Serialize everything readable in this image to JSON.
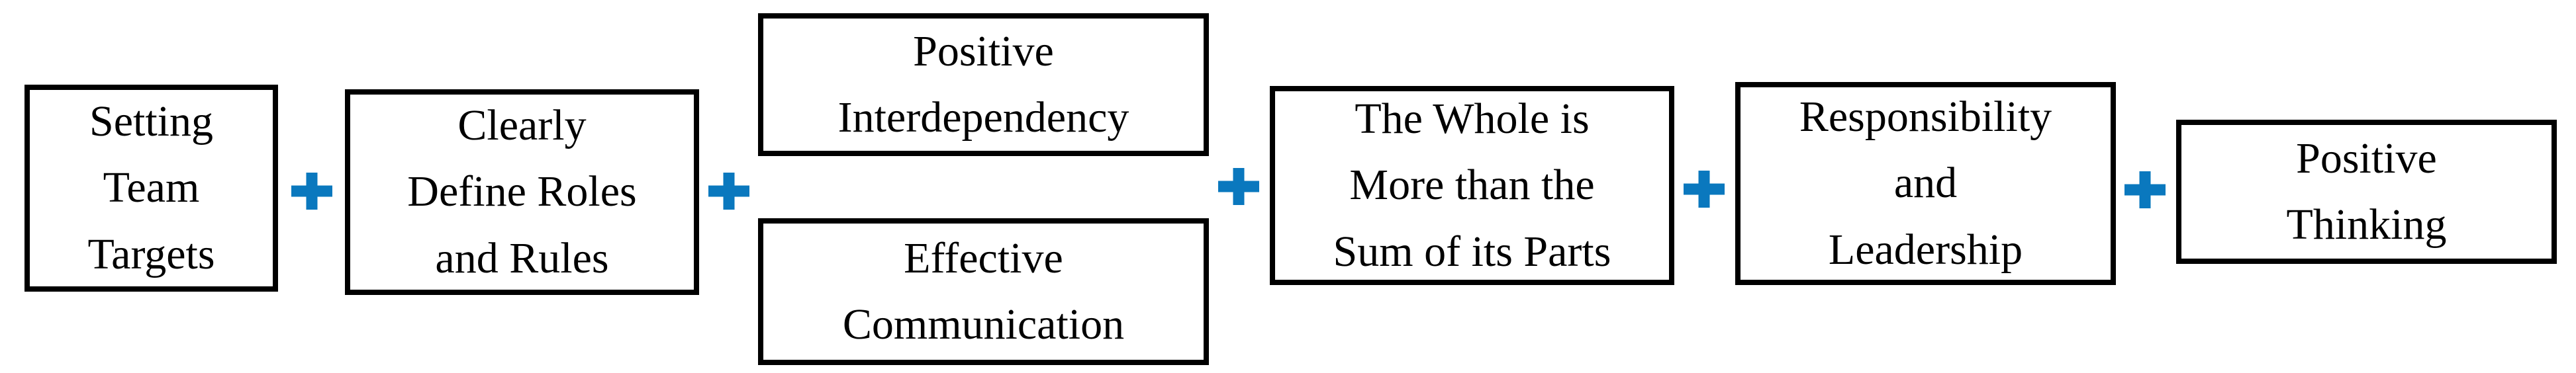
{
  "figure": {
    "type": "flow-formula",
    "operator": "+",
    "terms": [
      {
        "id": "setting-team-targets",
        "label": "Setting Team Targets",
        "lines": [
          "Setting",
          "Team",
          "Targets"
        ]
      },
      {
        "id": "clearly-define-roles-and-rules",
        "label": "Clearly Define Roles and Rules",
        "lines": [
          "Clearly",
          "Define Roles",
          "and Rules"
        ]
      },
      {
        "id": "positive-interdependency",
        "label": "Positive Interdependency",
        "lines": [
          "Positive",
          "Interdependency"
        ]
      },
      {
        "id": "effective-communication",
        "label": "Effective Communication",
        "lines": [
          "Effective",
          "Communication"
        ]
      },
      {
        "id": "whole-more-than-sum-of-parts",
        "label": "The Whole is More than the Sum of its Parts",
        "lines": [
          "The Whole is",
          "More than the",
          "Sum of its Parts"
        ]
      },
      {
        "id": "responsibility-and-leadership",
        "label": "Responsibility and Leadership",
        "lines": [
          "Responsibility",
          "and",
          "Leadership"
        ]
      },
      {
        "id": "positive-thinking",
        "label": "Positive Thinking",
        "lines": [
          "Positive",
          "Thinking"
        ]
      }
    ]
  },
  "colors": {
    "operator": "#0A78BE",
    "border": "#000000",
    "text": "#000000",
    "background": "#FFFFFF"
  }
}
